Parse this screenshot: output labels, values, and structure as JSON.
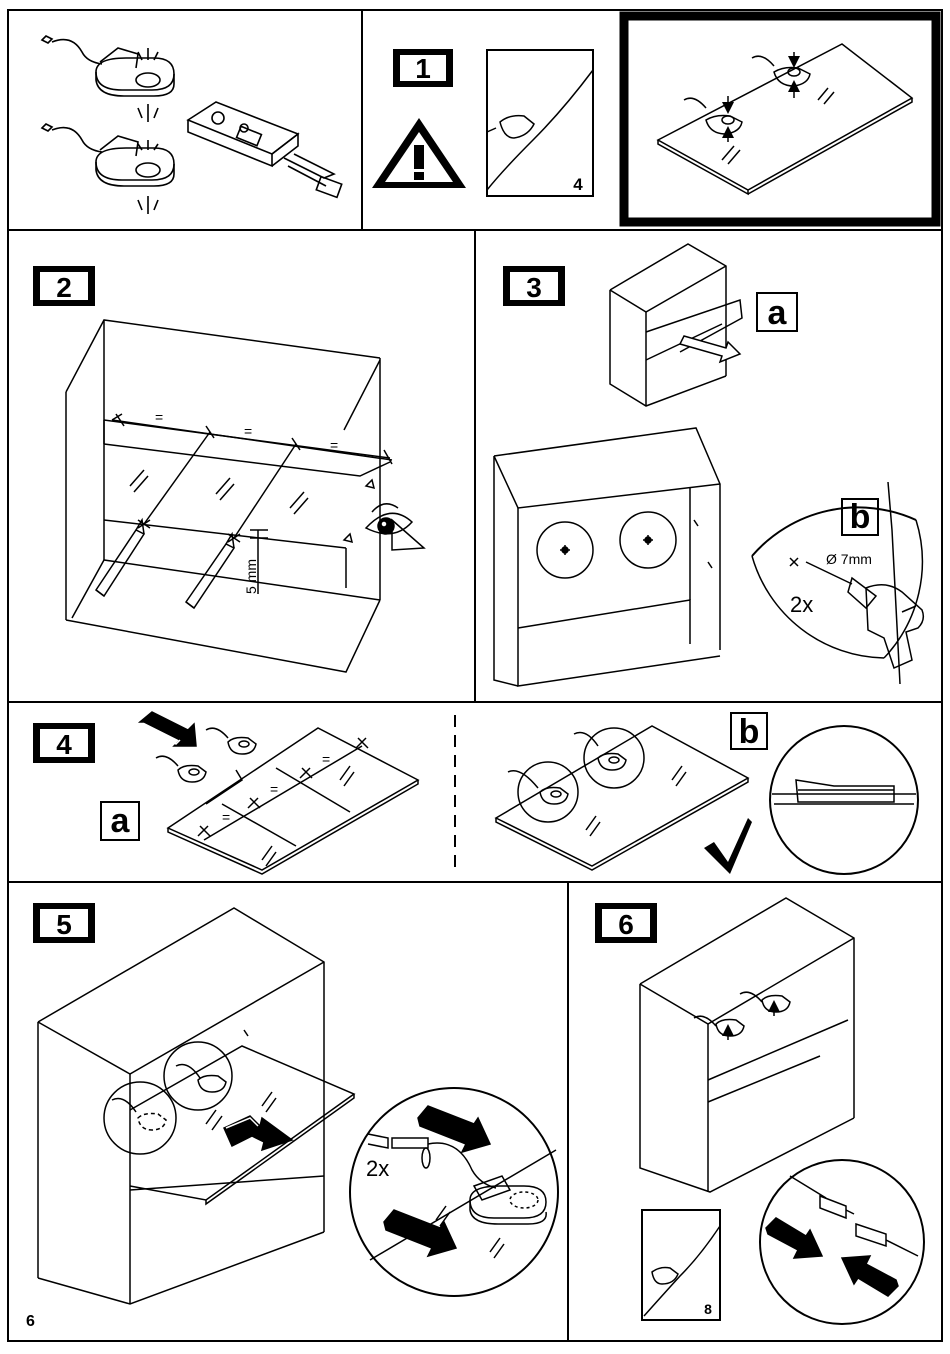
{
  "steps": {
    "s1": "1",
    "s2": "2",
    "s3": "3",
    "s4": "4",
    "s5": "5",
    "s6": "6"
  },
  "substeps": {
    "a3": "a",
    "b3": "b",
    "a4": "a",
    "b4": "b"
  },
  "labels": {
    "ref_page_4": "4",
    "ref_page_8": "8",
    "spacing_mark": "=",
    "offset": "5 mm",
    "drill_diameter": "Ø 7mm",
    "drill_count": "2x",
    "plug_count": "2x",
    "page_number": "6"
  },
  "icons": [
    "led-spotlight-icon",
    "remote-control-icon",
    "warning-icon",
    "eye-icon",
    "pencil-icon",
    "drill-icon",
    "arrow-icon",
    "checkmark-icon",
    "connector-plug-icon"
  ]
}
